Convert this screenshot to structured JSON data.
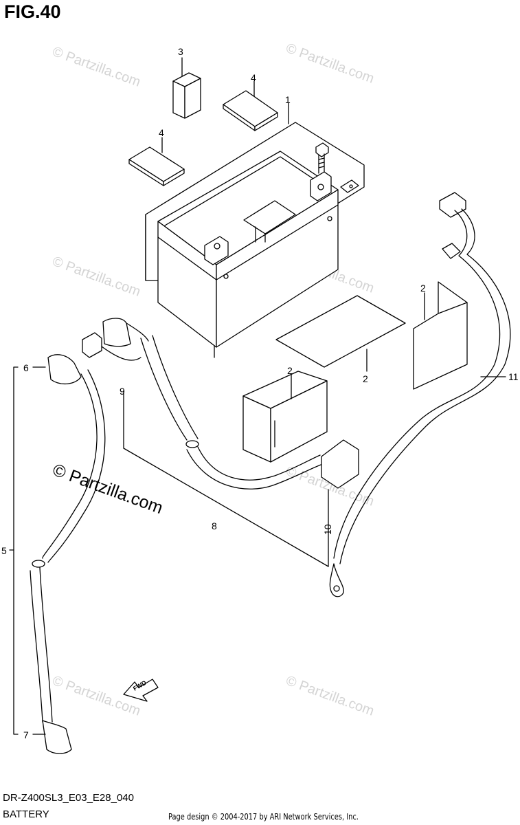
{
  "figure": {
    "title": "FIG.40",
    "model_code": "DR-Z400SL3_E03_E28_040",
    "section": "BATTERY"
  },
  "footer": {
    "copyright": "Page design © 2004-2017 by ARI Network Services, Inc."
  },
  "watermark": {
    "text": "© Partzilla.com"
  },
  "fwd_marker": "FWD",
  "callouts": {
    "c1": "1",
    "c2a": "2",
    "c2b": "2",
    "c2c": "2",
    "c3": "3",
    "c4a": "4",
    "c4b": "4",
    "c5": "5",
    "c6": "6",
    "c7": "7",
    "c8": "8",
    "c9": "9",
    "c10": "10",
    "c11": "11"
  }
}
